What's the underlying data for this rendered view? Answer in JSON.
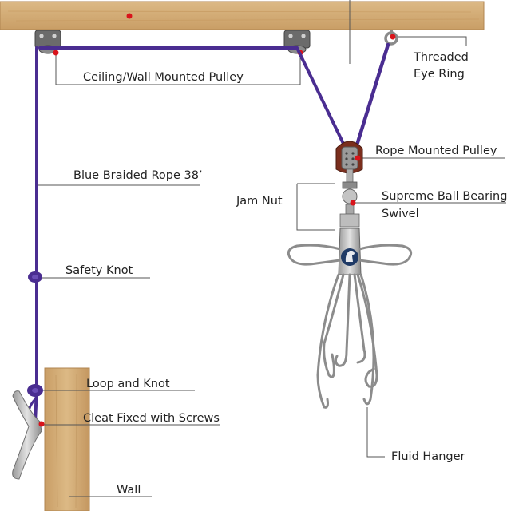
{
  "colors": {
    "wood": "#d8b27d",
    "wood_dark": "#b98e57",
    "rope": "#4a2d91",
    "metal": "#b8b8b8",
    "metal_dark": "#7a7a7a",
    "dot": "#d9141b",
    "text": "#222222"
  },
  "labels": {
    "ceiling_pulley": "Ceiling/Wall Mounted Pulley",
    "eye_ring_line1": "Threaded",
    "eye_ring_line2": "Eye Ring",
    "rope_pulley": "Rope Mounted Pulley",
    "rope": "Blue Braided Rope 38’",
    "jam_nut": "Jam Nut",
    "swivel_line1": "Supreme Ball Bearing",
    "swivel_line2": "Swivel",
    "safety_knot": "Safety Knot",
    "loop_knot": "Loop and Knot",
    "cleat": "Cleat Fixed with Screws",
    "fluid_hanger": "Fluid Hanger",
    "wall": "Wall"
  },
  "icons": {
    "hanger_logo": "horse-head-icon"
  }
}
